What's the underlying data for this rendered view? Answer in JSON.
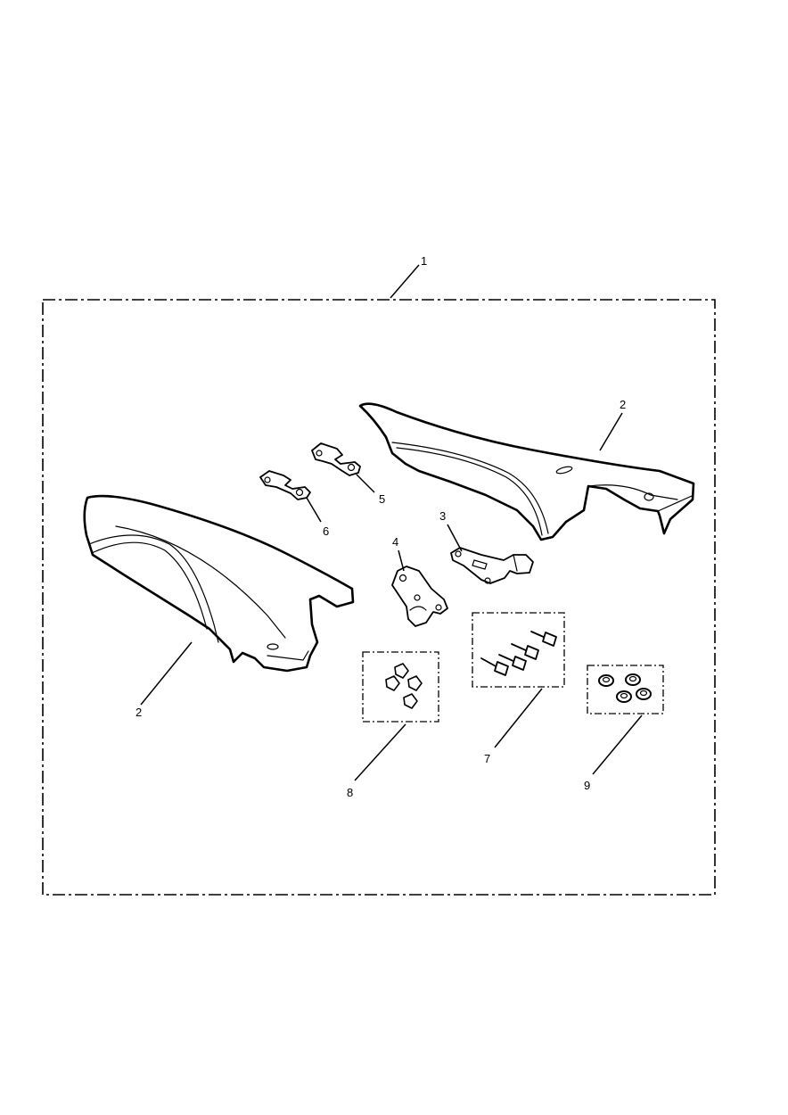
{
  "labels": {
    "kit": "1",
    "panel_right": "2",
    "panel_left": "2",
    "bracket_3": "3",
    "bracket_4": "4",
    "bracket_5": "5",
    "bracket_6": "6",
    "screws": "7",
    "clips": "8",
    "grommets": "9"
  }
}
